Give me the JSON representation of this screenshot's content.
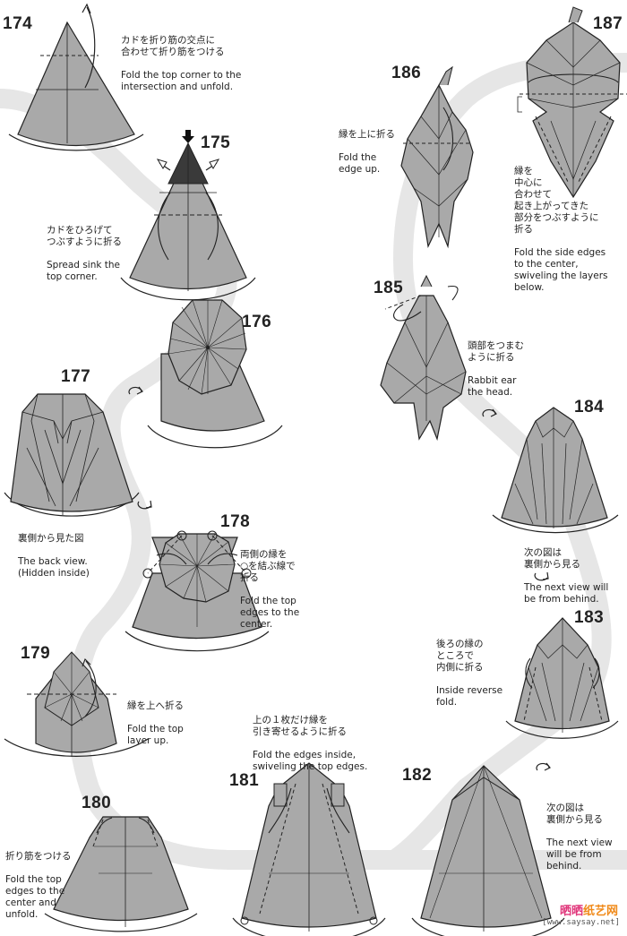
{
  "steps": {
    "s174": {
      "number": "174",
      "jp": "カドを折り筋の交点に\n合わせて折り筋をつける",
      "en": "Fold the top corner to the\nintersection and unfold."
    },
    "s175": {
      "number": "175",
      "jp": "カドをひろげて\nつぶすように折る",
      "en": "Spread sink the\ntop corner."
    },
    "s176": {
      "number": "176"
    },
    "s177": {
      "number": "177",
      "jp": "裏側から見た図",
      "en": "The back view.\n(Hidden inside)"
    },
    "s178": {
      "number": "178",
      "jp": "両側の縁を\n○を結ぶ線で\n折る",
      "en": "Fold the top\nedges to the\ncenter."
    },
    "s179": {
      "number": "179",
      "jp": "縁を上へ折る",
      "en": "Fold the top\nlayer up."
    },
    "s180": {
      "number": "180",
      "jp": "折り筋をつける",
      "en": "Fold the top\nedges to the\ncenter and\nunfold."
    },
    "s181": {
      "number": "181",
      "jp": "上の１枚だけ縁を\n引き寄せるように折る",
      "en": "Fold the edges inside,\nswiveling the top edges."
    },
    "s182": {
      "number": "182",
      "jp": "次の図は\n裏側から見る",
      "en": "The next view\nwill be from\nbehind."
    },
    "s183": {
      "number": "183",
      "jp": "後ろの縁の\nところで\n内側に折る",
      "en": "Inside reverse\nfold."
    },
    "s184": {
      "number": "184",
      "jp": "次の図は\n裏側から見る",
      "en": "The next view will\nbe from behind."
    },
    "s185": {
      "number": "185",
      "jp": "頭部をつまむ\nように折る",
      "en": "Rabbit ear\nthe head."
    },
    "s186": {
      "number": "186",
      "jp": "縁を上に折る",
      "en": "Fold the\nedge up."
    },
    "s187": {
      "number": "187",
      "jp": "縁を\n中心に\n合わせて\n起き上がってきた\n部分をつぶすように\n折る",
      "en": "Fold the side edges\nto the center,\nswiveling the layers\nbelow."
    }
  },
  "watermark": {
    "part1": "晒晒",
    "part2": "纸艺网",
    "url": "[www.saysay.net]"
  },
  "colors": {
    "paper": "#a9a9a9",
    "band": "#e6e6e6",
    "line": "#222222",
    "accent": "#2e2e2e"
  }
}
